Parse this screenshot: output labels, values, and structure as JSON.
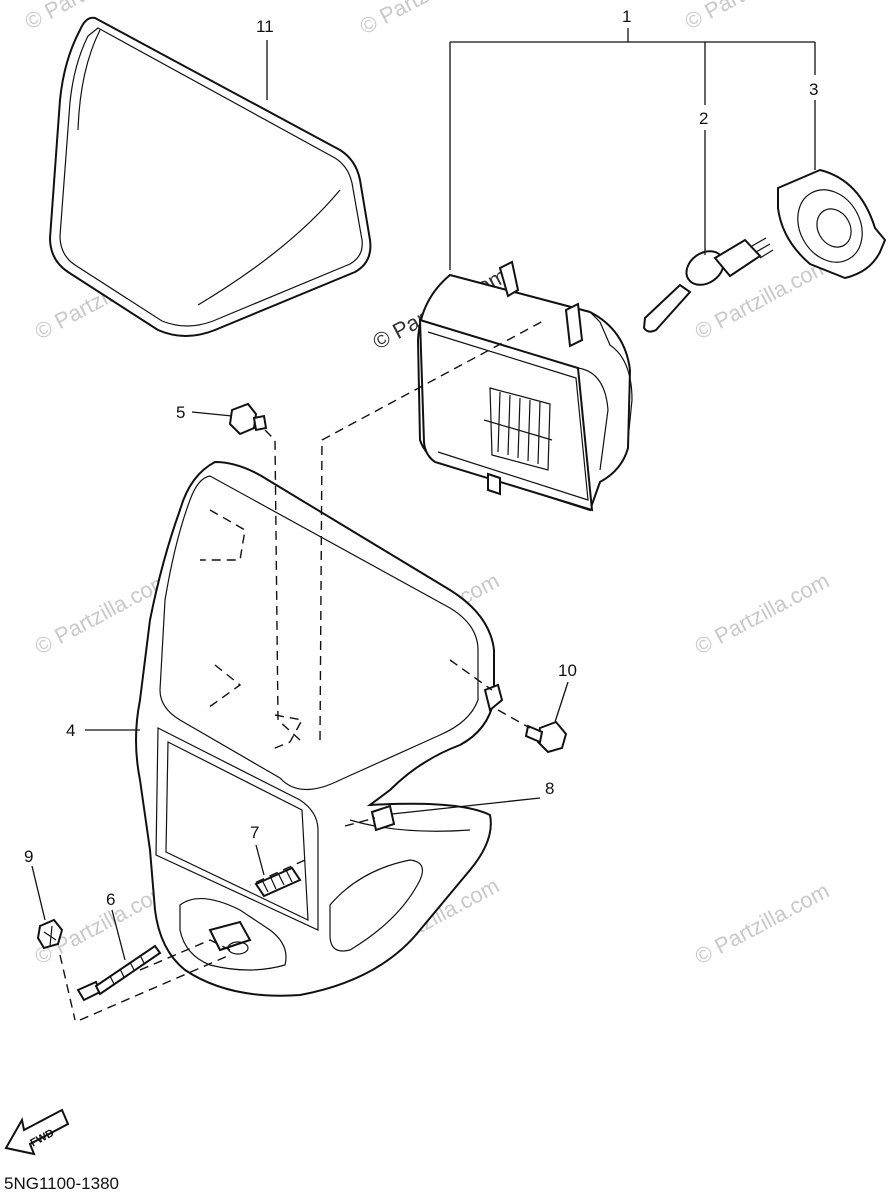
{
  "diagram": {
    "callouts": [
      "1",
      "2",
      "3",
      "4",
      "5",
      "6",
      "7",
      "8",
      "9",
      "10",
      "11"
    ],
    "watermark": "© Partzilla.com",
    "fwd_label": "FWD",
    "diagram_code": "5NG1100-1380"
  }
}
